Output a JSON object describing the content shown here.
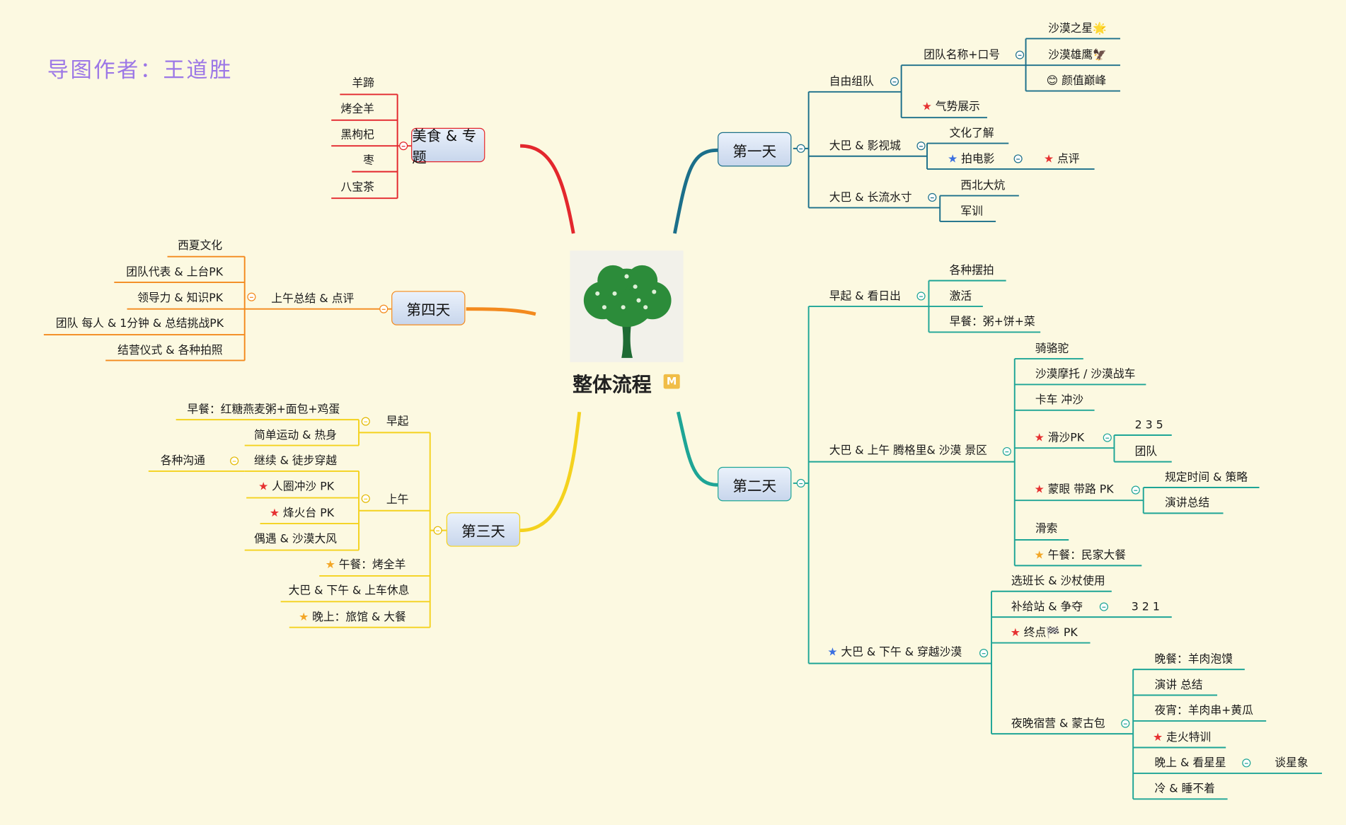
{
  "author_label": "导图作者：王道胜",
  "center": {
    "title": "整体流程",
    "badge": "M",
    "image_icon": "tree-icon"
  },
  "colors": {
    "day1": "#1b6f8a",
    "day2": "#1ea596",
    "day3": "#f4d21e",
    "day4": "#f38a1e",
    "food": "#e3272d",
    "background": "#fcf9e1",
    "author": "#9c77e6"
  },
  "food": {
    "label": "美食 & 专题",
    "items": [
      "羊蹄",
      "烤全羊",
      "黑枸杞",
      "枣",
      "八宝茶"
    ]
  },
  "day1": {
    "label": "第一天",
    "team": {
      "label": "自由组队",
      "name_slogan": "团队名称+口号",
      "names": [
        "沙漠之星🌟",
        "沙漠雄鹰🦅",
        "😊 颜值巅峰"
      ],
      "momentum": "气势展示"
    },
    "film": {
      "label": "大巴 & 影视城",
      "culture": "文化了解",
      "shoot": "拍电影",
      "review": "点评"
    },
    "river": {
      "label": "大巴 & 长流水寸",
      "kang": "西北大炕",
      "drill": "军训"
    }
  },
  "day2": {
    "label": "第二天",
    "sunrise": {
      "label": "早起 & 看日出",
      "items": [
        "各种摆拍",
        "激活",
        "早餐：粥+饼+菜"
      ]
    },
    "desert": {
      "label": "大巴 & 上午 腾格里& 沙漠 景区",
      "camel": "骑骆驼",
      "moto": "沙漠摩托 / 沙漠战车",
      "truck": "卡车 冲沙",
      "slide": "滑沙PK",
      "slide_sub": [
        "2 3 5",
        "团队"
      ],
      "blind": "蒙眼 带路 PK",
      "blind_sub": [
        "规定时间 & 策略",
        "演讲总结"
      ],
      "sled": "滑索",
      "lunch": "午餐：民家大餐"
    },
    "cross": {
      "label": "大巴 & 下午 & 穿越沙漠",
      "leader": "选班长 & 沙杖使用",
      "supply": "补给站 & 争夺",
      "supply_sub": "3 2 1",
      "finish": "终点🏁 PK",
      "camp": {
        "label": "夜晚宿营 & 蒙古包",
        "dinner": "晚餐：羊肉泡馍",
        "speech": "演讲 总结",
        "night_snack": "夜宵：羊肉串+黄瓜",
        "fire": "走火特训",
        "stars": "晚上 & 看星星",
        "stars_sub": "谈星象",
        "cold": "冷 & 睡不着"
      }
    }
  },
  "day3": {
    "label": "第三天",
    "early": {
      "label": "早起",
      "items": [
        "早餐：红糖燕麦粥+面包+鸡蛋",
        "简单运动 & 热身"
      ]
    },
    "morning": {
      "label": "上午",
      "walk": "继续 & 徒步穿越",
      "walk_sub": "各种沟通",
      "circle": "人圈冲沙 PK",
      "beacon": "烽火台 PK",
      "wind": "偶遇 & 沙漠大风"
    },
    "lunch": "午餐：烤全羊",
    "afternoon": "大巴 & 下午 & 上车休息",
    "evening": "晚上：旅馆 & 大餐"
  },
  "day4": {
    "label": "第四天",
    "summary": {
      "label": "上午总结 & 点评",
      "items": [
        "西夏文化",
        "团队代表 & 上台PK",
        "领导力 & 知识PK",
        "团队 每人 & 1分钟 & 总结挑战PK",
        "结营仪式 & 各种拍照"
      ]
    }
  }
}
